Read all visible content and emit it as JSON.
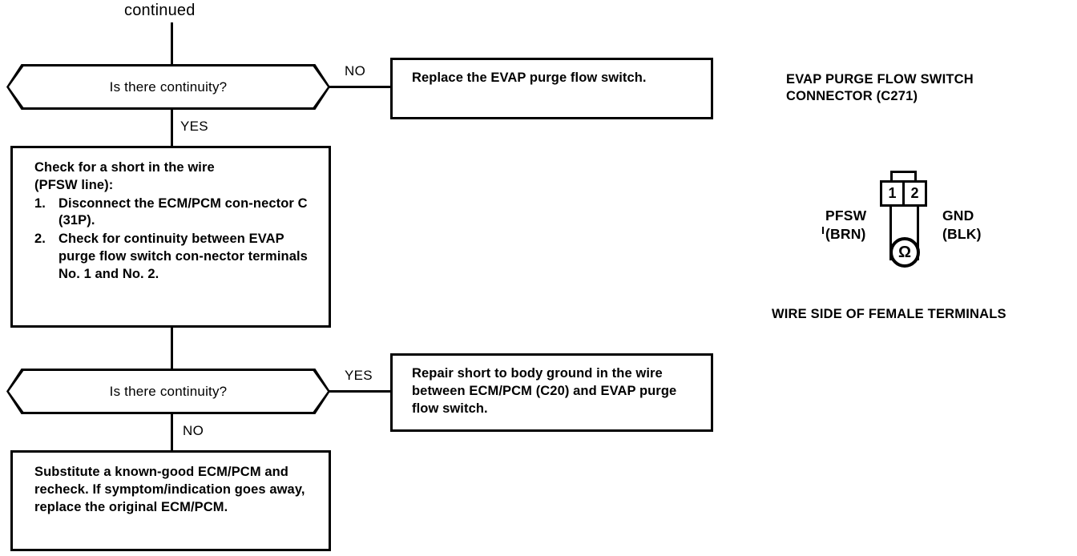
{
  "flow": {
    "continued_label": "continued",
    "decision_1": {
      "text": "Is there continuity?",
      "branch_no": "NO",
      "branch_yes": "YES"
    },
    "action_replace": {
      "text": "Replace the EVAP purge flow switch."
    },
    "action_check": {
      "heading_line_1": "Check for a short in the wire",
      "heading_line_2": "(PFSW line):",
      "steps": [
        {
          "num": "1.",
          "text": "Disconnect the ECM/PCM con‑nector C (31P)."
        },
        {
          "num": "2.",
          "text": "Check for continuity between EVAP purge flow switch con‑nector terminals No. 1 and No. 2."
        }
      ]
    },
    "decision_2": {
      "text": "Is there continuity?",
      "branch_yes": "YES",
      "branch_no": "NO"
    },
    "action_repair": {
      "text": "Repair short to body ground in the wire between ECM/PCM (C20) and EVAP purge flow switch."
    },
    "action_substitute": {
      "text": "Substitute a known-good ECM/PCM and recheck. If symptom/indication goes away, replace the original ECM/PCM."
    }
  },
  "connector_panel": {
    "title_line_1": "EVAP PURGE FLOW SWITCH",
    "title_line_2": "CONNECTOR (C271)",
    "pins": [
      {
        "number": "1",
        "signal": "PFSW",
        "wire_color": "(BRN)"
      },
      {
        "number": "2",
        "signal": "GND",
        "wire_color": "(BLK)"
      }
    ],
    "meter_symbol": "Ω",
    "caption": "WIRE SIDE OF FEMALE TERMINALS"
  },
  "colors": {
    "ink": "#000000",
    "paper": "#ffffff"
  }
}
